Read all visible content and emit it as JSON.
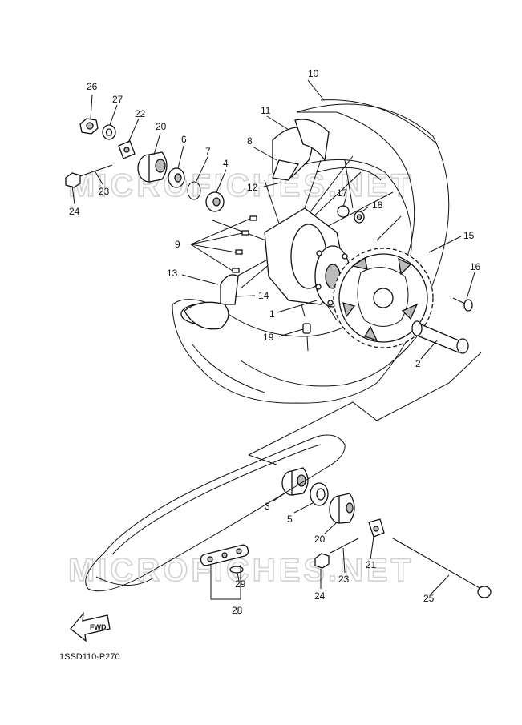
{
  "diagram": {
    "code": "1SSD110-P270",
    "watermark": "MICROFICHES.NET",
    "fwd_label": "FWD",
    "parts": [
      {
        "id": "p1",
        "label": "1"
      },
      {
        "id": "p2",
        "label": "2"
      },
      {
        "id": "p3",
        "label": "3"
      },
      {
        "id": "p4",
        "label": "4"
      },
      {
        "id": "p5",
        "label": "5"
      },
      {
        "id": "p6",
        "label": "6"
      },
      {
        "id": "p7",
        "label": "7"
      },
      {
        "id": "p8",
        "label": "8"
      },
      {
        "id": "p9",
        "label": "9"
      },
      {
        "id": "p10",
        "label": "10"
      },
      {
        "id": "p11",
        "label": "11"
      },
      {
        "id": "p12",
        "label": "12"
      },
      {
        "id": "p13",
        "label": "13"
      },
      {
        "id": "p14",
        "label": "14"
      },
      {
        "id": "p15",
        "label": "15"
      },
      {
        "id": "p16",
        "label": "16"
      },
      {
        "id": "p17",
        "label": "17"
      },
      {
        "id": "p18",
        "label": "18"
      },
      {
        "id": "p19",
        "label": "19"
      },
      {
        "id": "p20a",
        "label": "20"
      },
      {
        "id": "p20b",
        "label": "20"
      },
      {
        "id": "p21",
        "label": "21"
      },
      {
        "id": "p22",
        "label": "22"
      },
      {
        "id": "p23a",
        "label": "23"
      },
      {
        "id": "p23b",
        "label": "23"
      },
      {
        "id": "p24a",
        "label": "24"
      },
      {
        "id": "p24b",
        "label": "24"
      },
      {
        "id": "p25",
        "label": "25"
      },
      {
        "id": "p26",
        "label": "26"
      },
      {
        "id": "p27",
        "label": "27"
      },
      {
        "id": "p28",
        "label": "28"
      },
      {
        "id": "p29",
        "label": "29"
      }
    ]
  }
}
